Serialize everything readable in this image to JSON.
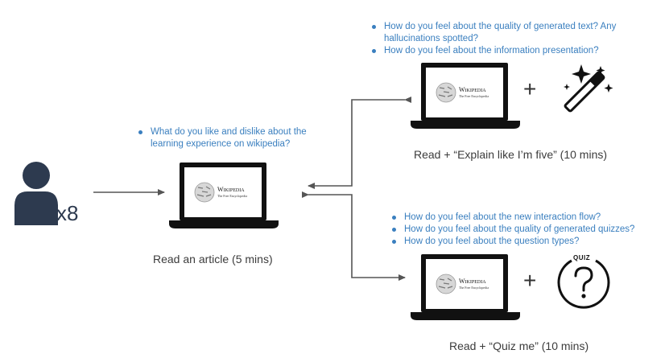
{
  "participants": {
    "count_label": "x8",
    "icon": "person-icon"
  },
  "baseline": {
    "questions": [
      "What do you like and dislike about the learning experience on wikipedia?"
    ],
    "caption": "Read an article (5 mins)"
  },
  "eli5": {
    "questions": [
      "How do you feel about the quality of generated text? Any hallucinations spotted?",
      "How do you feel about the information presentation?"
    ],
    "caption": "Read + “Explain like I’m five” (10 mins)",
    "plus": "+",
    "icon": "magic-wand-icon"
  },
  "quiz": {
    "questions": [
      "How do you feel about the new interaction flow?",
      "How do you feel about the quality of generated quizzes?",
      "How do you feel about the question types?"
    ],
    "caption": "Read + “Quiz me” (10 mins)",
    "plus": "+",
    "icon": "quiz-icon",
    "icon_text": "QUIZ"
  },
  "wikipedia_logo": {
    "title": "Wikipedia",
    "subtitle": "The Free Encyclopedia"
  },
  "colors": {
    "accent": "#3a7fbf",
    "person": "#2d3a4f",
    "arrow": "#555555",
    "text": "#3c3c3c"
  }
}
